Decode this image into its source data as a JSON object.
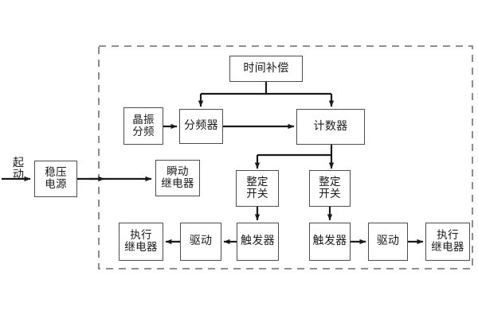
{
  "diagram": {
    "title": "",
    "type": "block-diagram",
    "colors": {
      "box_border": "#4d4d4d",
      "line": "#1a1a1a",
      "dashed_border": "#808080",
      "background": "#ffffff",
      "text": "#1a1a1a"
    },
    "external_labels": [
      {
        "name": "start-label",
        "text": "起\n动"
      }
    ],
    "boundary": {
      "name": "device-boundary",
      "style": "dashed"
    },
    "nodes": [
      {
        "id": "power",
        "label": "稳压\n电源"
      },
      {
        "id": "instant-relay",
        "label": "瞬动\n继电器"
      },
      {
        "id": "time-comp",
        "label": "时间补偿"
      },
      {
        "id": "crystal",
        "label": "晶振\n分频"
      },
      {
        "id": "divider",
        "label": "分频器"
      },
      {
        "id": "counter",
        "label": "计数器"
      },
      {
        "id": "set-switch-1",
        "label": "整定\n开关"
      },
      {
        "id": "set-switch-2",
        "label": "整定\n开关"
      },
      {
        "id": "trigger-1",
        "label": "触发器"
      },
      {
        "id": "trigger-2",
        "label": "触发器"
      },
      {
        "id": "driver-1",
        "label": "驱动"
      },
      {
        "id": "driver-2",
        "label": "驱动"
      },
      {
        "id": "exec-relay-1",
        "label": "执行\n继电器"
      },
      {
        "id": "exec-relay-2",
        "label": "执行\n继电器"
      }
    ],
    "edges": [
      {
        "from": "start",
        "to": "power"
      },
      {
        "from": "power",
        "to": "instant-relay"
      },
      {
        "from": "time-comp",
        "to": "divider"
      },
      {
        "from": "time-comp",
        "to": "counter"
      },
      {
        "from": "crystal",
        "to": "divider"
      },
      {
        "from": "divider",
        "to": "counter"
      },
      {
        "from": "counter",
        "to": "set-switch-1"
      },
      {
        "from": "counter",
        "to": "set-switch-2"
      },
      {
        "from": "set-switch-1",
        "to": "trigger-1"
      },
      {
        "from": "set-switch-2",
        "to": "trigger-2"
      },
      {
        "from": "trigger-1",
        "to": "driver-1"
      },
      {
        "from": "driver-1",
        "to": "exec-relay-1"
      },
      {
        "from": "trigger-2",
        "to": "driver-2"
      },
      {
        "from": "driver-2",
        "to": "exec-relay-2"
      }
    ]
  }
}
